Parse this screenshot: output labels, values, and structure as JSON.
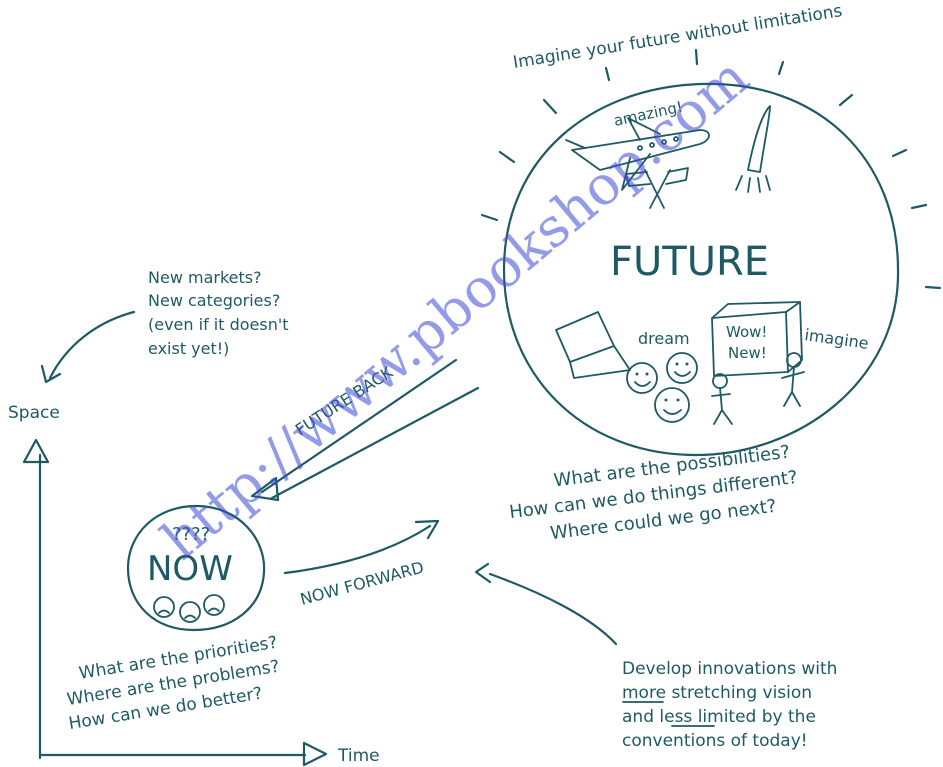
{
  "colors": {
    "ink": "#1e5a64",
    "watermark": "#3b4bd8",
    "background": "#ffffff"
  },
  "axes": {
    "y_label": "Space",
    "x_label": "Time"
  },
  "top_caption": "Imagine your future without limitations",
  "future": {
    "title": "FUTURE",
    "amazing": "amazing!",
    "dream": "dream",
    "imagine": "imagine",
    "wow": "Wow!",
    "new": "New!",
    "icons": [
      "airplane-icon",
      "flag-icon",
      "rocket-icon",
      "laptop-icon",
      "smiley-icon",
      "box-icon",
      "stick-figure-icon"
    ]
  },
  "now": {
    "title": "NOW",
    "marks": "????"
  },
  "arrows": {
    "future_back": "FUTURE BACK",
    "now_forward": "NOW FORWARD"
  },
  "new_markets": {
    "line1": "New markets?",
    "line2": "New categories?",
    "line3": "(even if it doesn't",
    "line4": "exist yet!)"
  },
  "possibilities": {
    "line1": "What are the possibilities?",
    "line2": "How can we do things different?",
    "line3": "Where could we go next?"
  },
  "priorities": {
    "line1": "What are the priorities?",
    "line2": "Where are the problems?",
    "line3": "How can we do better?"
  },
  "develop": {
    "line1": "Develop innovations with",
    "line2_a": "more",
    "line2_b": " stretching vision",
    "line3_a": "and ",
    "line3_b": "less",
    "line3_c": " limited by the",
    "line4": "conventions of today!"
  },
  "watermark": "http://www.pbookshop.com"
}
